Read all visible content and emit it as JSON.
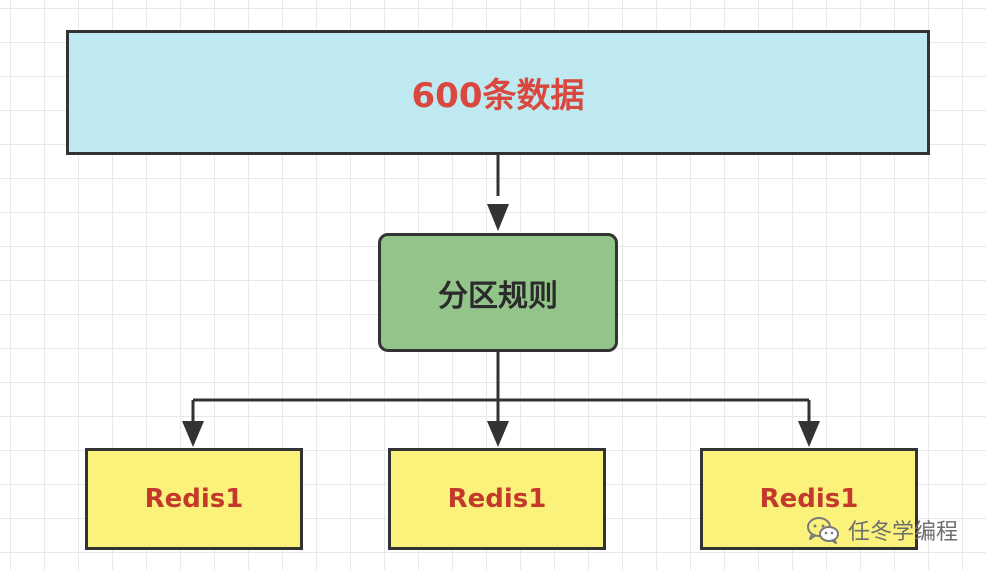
{
  "diagram": {
    "source": {
      "label": "600条数据"
    },
    "rule": {
      "label": "分区规则"
    },
    "targets": [
      {
        "label": "Redis1"
      },
      {
        "label": "Redis1"
      },
      {
        "label": "Redis1"
      }
    ]
  },
  "watermark": {
    "icon": "wechat-icon",
    "text": "任冬学编程"
  },
  "colors": {
    "source_fill": "#bfe9f0",
    "source_text": "#d9473e",
    "rule_fill": "#93c48a",
    "rule_text": "#2b2b2b",
    "target_fill": "#fbf27c",
    "target_text": "#c33a2c",
    "stroke": "#333333"
  }
}
